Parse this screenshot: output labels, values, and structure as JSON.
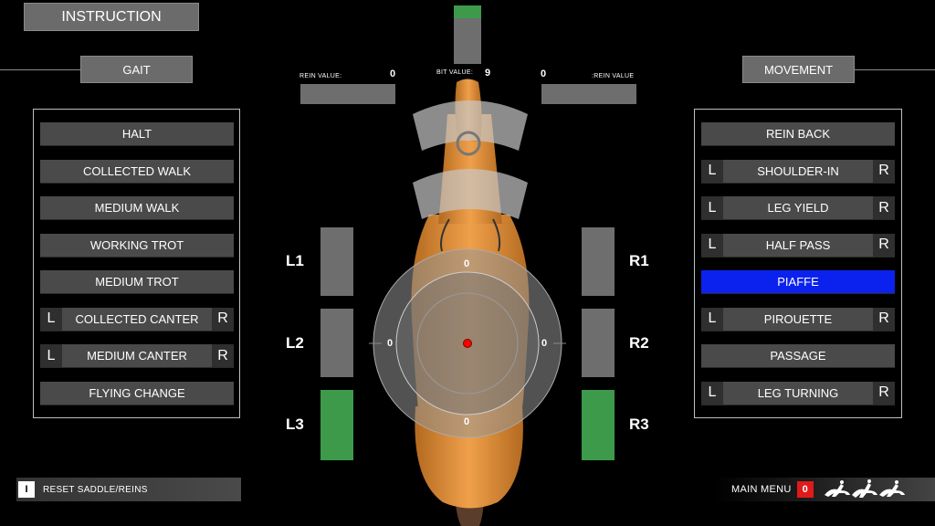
{
  "instruction_label": "INSTRUCTION",
  "gait": {
    "header": "GAIT",
    "items": [
      {
        "label": "HALT",
        "left": "",
        "right": ""
      },
      {
        "label": "COLLECTED WALK",
        "left": "",
        "right": ""
      },
      {
        "label": "MEDIUM WALK",
        "left": "",
        "right": ""
      },
      {
        "label": "WORKING TROT",
        "left": "",
        "right": ""
      },
      {
        "label": "MEDIUM TROT",
        "left": "",
        "right": ""
      },
      {
        "label": "COLLECTED CANTER",
        "left": "L",
        "right": "R"
      },
      {
        "label": "MEDIUM CANTER",
        "left": "L",
        "right": "R"
      },
      {
        "label": "FLYING CHANGE",
        "left": "",
        "right": ""
      }
    ]
  },
  "movement": {
    "header": "MOVEMENT",
    "selected": "PIAFFE",
    "selected_color": "#0b22ee",
    "items": [
      {
        "label": "REIN BACK",
        "left": "",
        "right": ""
      },
      {
        "label": "SHOULDER-IN",
        "left": "L",
        "right": "R"
      },
      {
        "label": "LEG YIELD",
        "left": "L",
        "right": "R"
      },
      {
        "label": "HALF PASS",
        "left": "L",
        "right": "R"
      },
      {
        "label": "PIAFFE",
        "left": "",
        "right": ""
      },
      {
        "label": "PIROUETTE",
        "left": "L",
        "right": "R"
      },
      {
        "label": "PASSAGE",
        "left": "",
        "right": ""
      },
      {
        "label": "LEG TURNING",
        "left": "L",
        "right": "R"
      }
    ]
  },
  "rein_left": {
    "label": "REIN VALUE:",
    "value": "0"
  },
  "rein_right": {
    "label": ":REIN VALUE",
    "value": "0"
  },
  "bit": {
    "label": "BIT VALUE:",
    "value": "9"
  },
  "legs": {
    "L1": "L1",
    "L2": "L2",
    "L3": "L3",
    "R1": "R1",
    "R2": "R2",
    "R3": "R3",
    "active_color": "#3d9a4a",
    "idle_color": "#6e6e6e"
  },
  "dial": {
    "top": "0",
    "left": "0",
    "right": "0",
    "bottom": "0",
    "center_color": "#ff0000"
  },
  "reset": {
    "key": "I",
    "label": "RESET SADDLE/REINS"
  },
  "main_menu": {
    "label": "MAIN MENU",
    "key": "0",
    "key_color": "#e0191b",
    "logo_icon": "horse-riders-logo"
  }
}
